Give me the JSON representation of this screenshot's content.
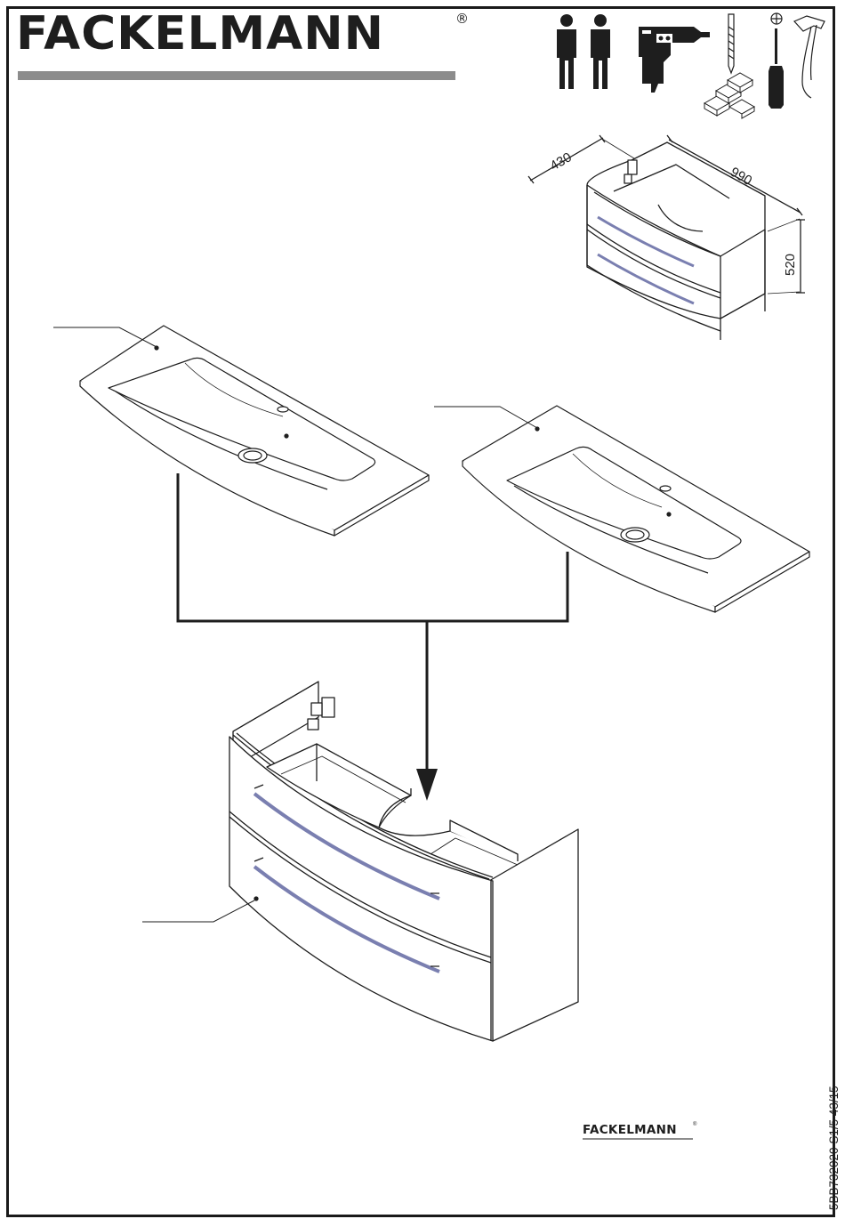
{
  "header": {
    "brand": "FACKELMANN",
    "registered": "®"
  },
  "tools": {
    "icons": [
      "two-persons-icon",
      "drill-icon",
      "drill-bit-icon",
      "bricks-icon",
      "phillips-screwdriver-icon",
      "phillips-symbol-icon",
      "hammer-icon"
    ]
  },
  "dimensions": {
    "depth": "430",
    "width": "990",
    "height": "520"
  },
  "footer": {
    "logo": "FACKELMANN",
    "registered": "®",
    "doc_code": "5BB732020 S1/5 43/15"
  },
  "colors": {
    "ink": "#1e1e1e",
    "bar": "#8c8c8c",
    "handle": "#7a7fb0"
  }
}
